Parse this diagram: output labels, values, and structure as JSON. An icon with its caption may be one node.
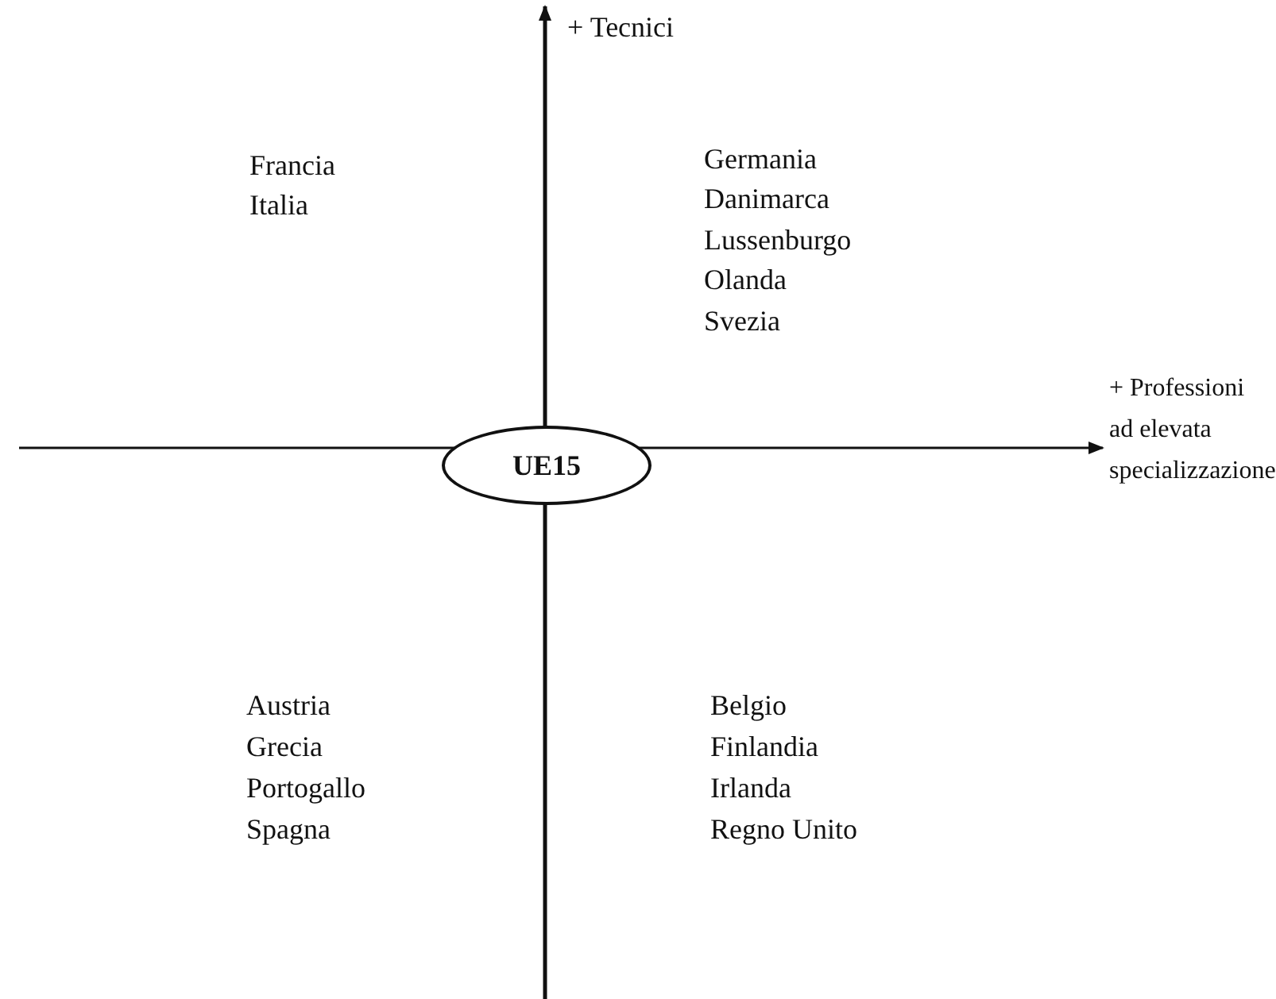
{
  "diagram": {
    "nodes": [
      {
        "text": [
          "UE15"
        ]
      }
    ],
    "labels": [
      "+ Tecnici",
      "Francia",
      "Italia",
      "Germania",
      "Danimarca",
      "Lussenburgo",
      "Olanda",
      "Svezia",
      "+ Professioni ad elevata specializzazione",
      "Austria",
      "Grecia",
      "Portogallo",
      "Spagna",
      "Belgio",
      "Finlandia",
      "Irlanda",
      "Regno Unito"
    ]
  }
}
